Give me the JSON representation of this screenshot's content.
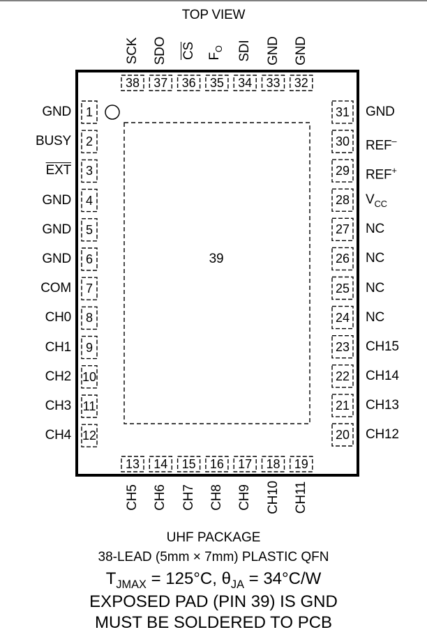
{
  "title": "TOP VIEW",
  "exposed_pad_number": "39",
  "pins_left": [
    {
      "num": "1",
      "name": "GND"
    },
    {
      "num": "2",
      "name": "BUSY"
    },
    {
      "num": "3",
      "name": "EXT",
      "overline": true
    },
    {
      "num": "4",
      "name": "GND"
    },
    {
      "num": "5",
      "name": "GND"
    },
    {
      "num": "6",
      "name": "GND"
    },
    {
      "num": "7",
      "name": "COM"
    },
    {
      "num": "8",
      "name": "CH0"
    },
    {
      "num": "9",
      "name": "CH1"
    },
    {
      "num": "10",
      "name": "CH2"
    },
    {
      "num": "11",
      "name": "CH3"
    },
    {
      "num": "12",
      "name": "CH4"
    }
  ],
  "pins_bottom": [
    {
      "num": "13",
      "name": "CH5"
    },
    {
      "num": "14",
      "name": "CH6"
    },
    {
      "num": "15",
      "name": "CH7"
    },
    {
      "num": "16",
      "name": "CH8"
    },
    {
      "num": "17",
      "name": "CH9"
    },
    {
      "num": "18",
      "name": "CH10"
    },
    {
      "num": "19",
      "name": "CH11"
    }
  ],
  "pins_right": [
    {
      "num": "20",
      "name": "CH12"
    },
    {
      "num": "21",
      "name": "CH13"
    },
    {
      "num": "22",
      "name": "CH14"
    },
    {
      "num": "23",
      "name": "CH15"
    },
    {
      "num": "24",
      "name": "NC"
    },
    {
      "num": "25",
      "name": "NC"
    },
    {
      "num": "26",
      "name": "NC"
    },
    {
      "num": "27",
      "name": "NC"
    },
    {
      "num": "28",
      "name": "V",
      "sub": "CC"
    },
    {
      "num": "29",
      "name": "REF",
      "sup": "+"
    },
    {
      "num": "30",
      "name": "REF",
      "sup": "–"
    },
    {
      "num": "31",
      "name": "GND"
    }
  ],
  "pins_top": [
    {
      "num": "38",
      "name": "SCK"
    },
    {
      "num": "37",
      "name": "SDO"
    },
    {
      "num": "36",
      "name": "CS",
      "overline": true
    },
    {
      "num": "35",
      "name": "F",
      "sub": "O"
    },
    {
      "num": "34",
      "name": "SDI"
    },
    {
      "num": "33",
      "name": "GND"
    },
    {
      "num": "32",
      "name": "GND"
    }
  ],
  "caption": {
    "line1": "UHF PACKAGE",
    "line2": "38-LEAD (5mm × 7mm) PLASTIC QFN",
    "line3_a": "T",
    "line3_a_sub": "JMAX",
    "line3_b": " = 125°C, θ",
    "line3_b_sub": "JA",
    "line3_c": " = 34°C/W",
    "line4": "EXPOSED PAD (PIN 39) IS GND",
    "line5": "MUST BE SOLDERED TO PCB"
  }
}
